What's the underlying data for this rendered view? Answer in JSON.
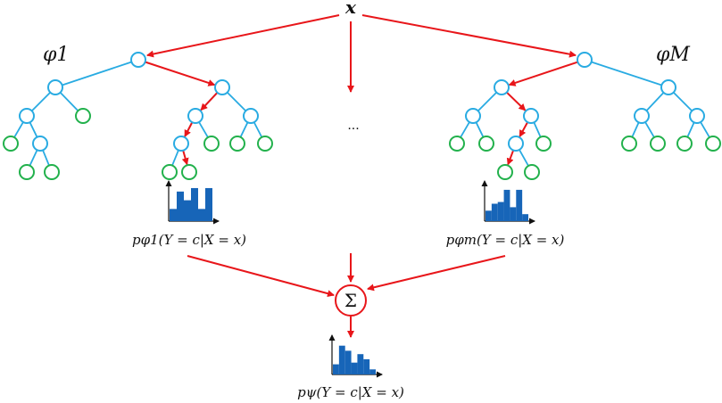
{
  "top_input": "x",
  "tree_labels": {
    "first": "φ1",
    "last": "φM"
  },
  "ellipsis": "...",
  "tree1_dist": "pφ1(Y = c|X = x)",
  "treem_dist": "pφm(Y = c|X = x)",
  "ensemble_dist": "pψ(Y = c|X = x)",
  "sum_symbol": "Σ",
  "colors": {
    "internal_node": "#29abe2",
    "leaf_node": "#22b14c",
    "path_arrow": "#e8161a",
    "histogram": "#1765b8"
  },
  "histograms": {
    "tree1": [
      0.35,
      0.85,
      0.6,
      0.95,
      0.35,
      0.95
    ],
    "treem": [
      0.3,
      0.5,
      0.55,
      0.9,
      0.4,
      0.9,
      0.2
    ],
    "ensemble": [
      0.3,
      0.85,
      0.7,
      0.35,
      0.6,
      0.45,
      0.15
    ]
  }
}
